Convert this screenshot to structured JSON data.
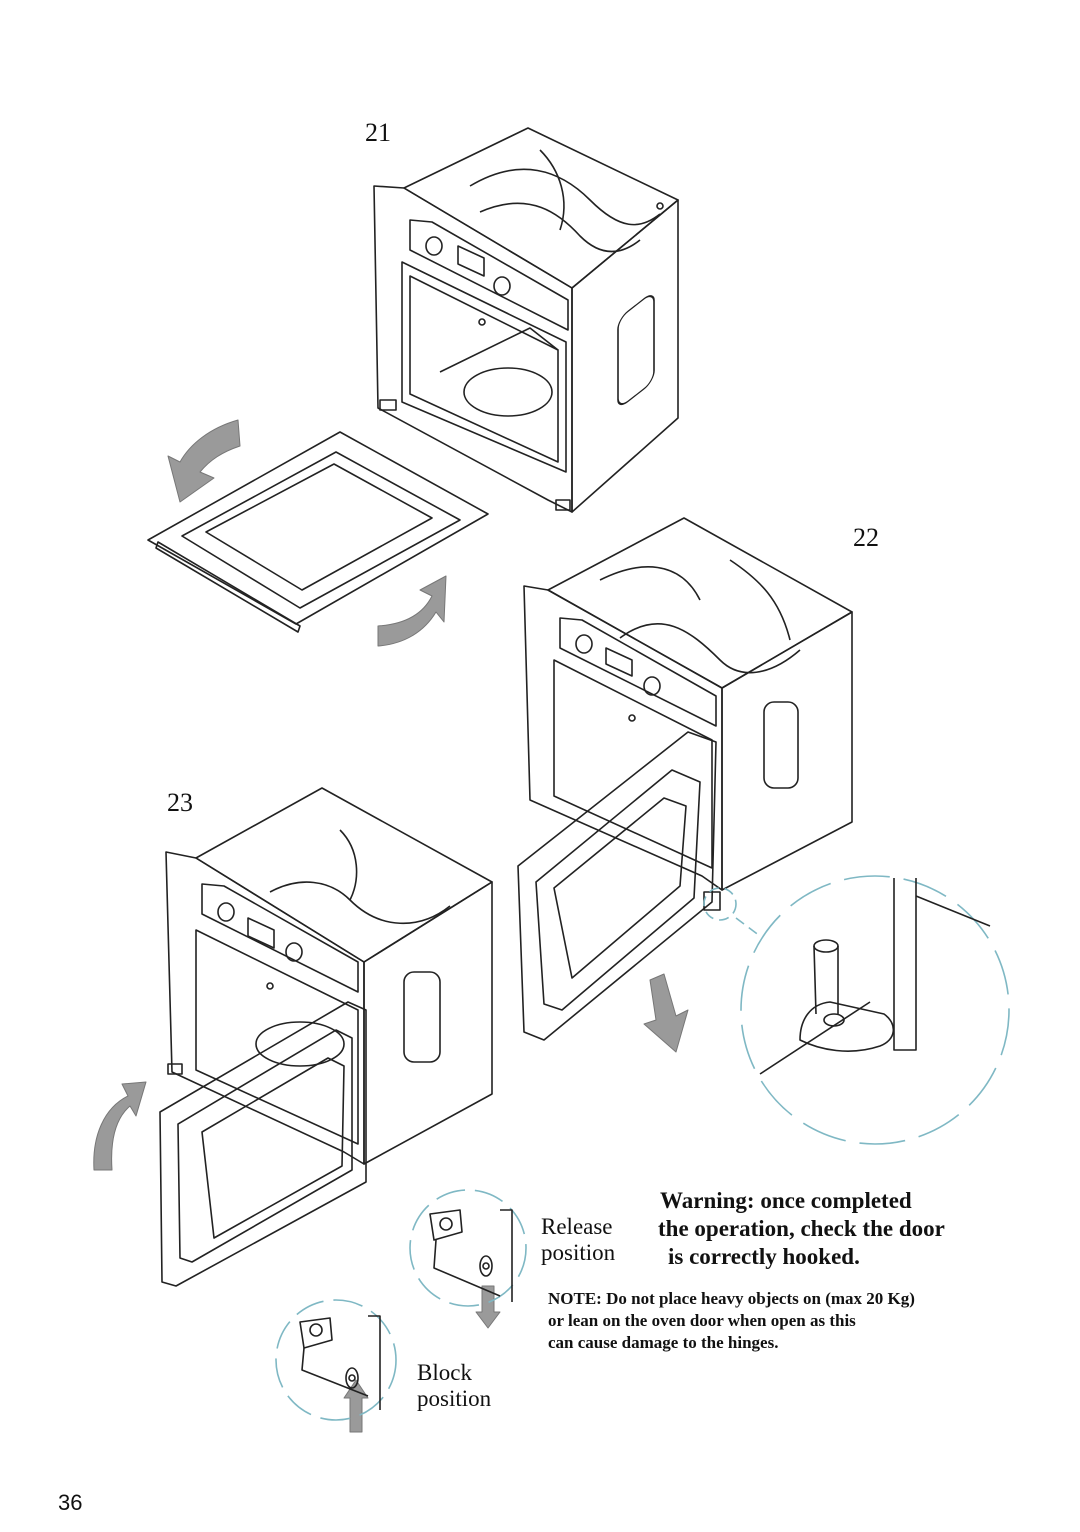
{
  "steps": {
    "step21": "21",
    "step22": "22",
    "step23": "23"
  },
  "labels": {
    "release_line1": "Release",
    "release_line2": "position",
    "block_line1": "Block",
    "block_line2": "position"
  },
  "warning": {
    "line1": "Warning: once completed",
    "line2": "the operation, check the door",
    "line3": "is correctly hooked."
  },
  "note": {
    "line1": "NOTE: Do not place heavy objects on (max 20 Kg)",
    "line2": "or lean on the oven door when open as this",
    "line3": "can cause damage to the hinges."
  },
  "page_number": "36",
  "colors": {
    "line": "#222222",
    "arrow": "#9a9a9a",
    "detail_circle": "#7fb8c4"
  }
}
